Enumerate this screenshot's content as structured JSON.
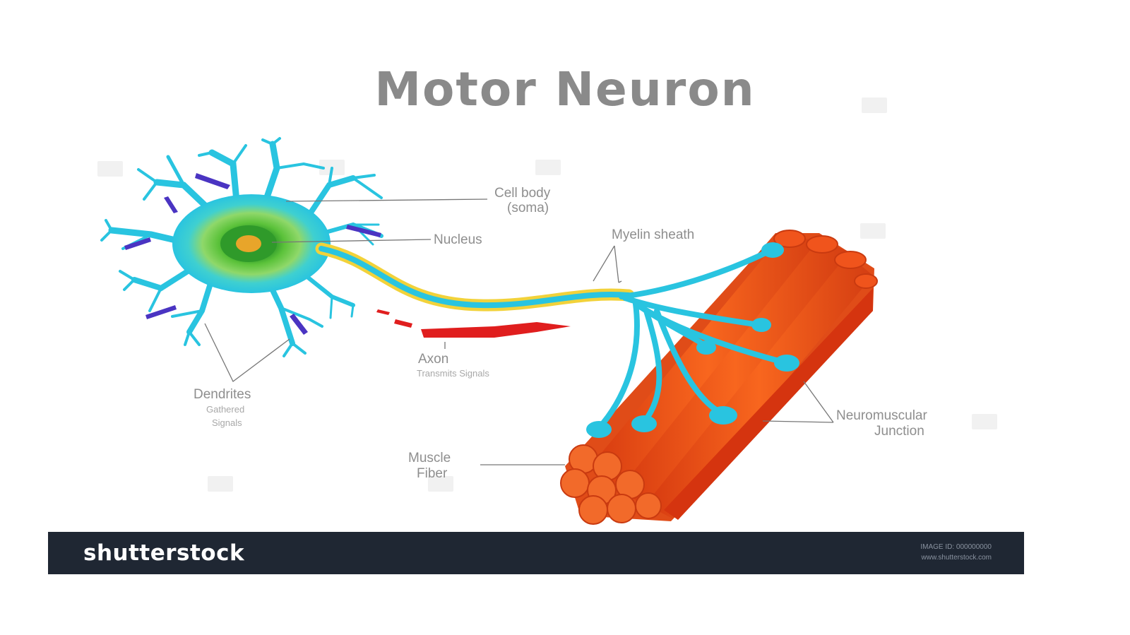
{
  "title": "Motor Neuron",
  "labels": {
    "cell_body": "Cell body",
    "cell_body_sub": "(soma)",
    "nucleus": "Nucleus",
    "myelin_sheath": "Myelin sheath",
    "axon": "Axon",
    "axon_sub": "Transmits Signals",
    "dendrites": "Dendrites",
    "dendrites_sub1": "Gathered",
    "dendrites_sub2": "Signals",
    "neuromuscular_1": "Neuromuscular",
    "neuromuscular_2": "Junction",
    "muscle_1": "Muscle",
    "muscle_2": "Fiber"
  },
  "footer": {
    "brand": "shutterstock",
    "meta_line1": "IMAGE ID: 000000000",
    "meta_line2": "www.shutterstock.com"
  },
  "colors": {
    "neuron": "#29c4e0",
    "myelin": "#f2d23a",
    "signal": "#e01e1e",
    "muscle": "#f0541c",
    "footer_bg": "#1f2733"
  }
}
